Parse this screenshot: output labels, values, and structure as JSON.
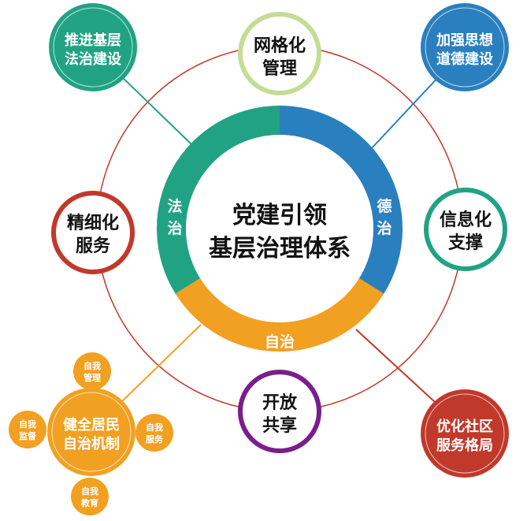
{
  "center": {
    "line1": "党建引领",
    "line2": "基层治理体系"
  },
  "ring_segments": {
    "fazhi": {
      "c1": "法",
      "c2": "治",
      "color": "#21a383"
    },
    "dezhi": {
      "c1": "德",
      "c2": "治",
      "color": "#2a7fbf"
    },
    "zizhi": {
      "label": "自治",
      "color": "#f2a021"
    }
  },
  "nodes": {
    "grid": {
      "l1": "网格化",
      "l2": "管理",
      "color": "#c5dc95"
    },
    "refined": {
      "l1": "精细化",
      "l2": "服务",
      "color": "#c0392b"
    },
    "info": {
      "l1": "信息化",
      "l2": "支撑",
      "color": "#21a383"
    },
    "open": {
      "l1": "开放",
      "l2": "共享",
      "color": "#7b1d8e"
    }
  },
  "corners": {
    "law": {
      "l1": "推进基层",
      "l2": "法治建设",
      "color": "#21a383"
    },
    "moral": {
      "l1": "加强思想",
      "l2": "道德建设",
      "color": "#2a7fbf"
    },
    "self": {
      "l1": "健全居民",
      "l2": "自治机制",
      "color": "#f2a021"
    },
    "service": {
      "l1": "优化社区",
      "l2": "服务格局",
      "color": "#c0392b"
    }
  },
  "self_items": [
    {
      "l1": "自我",
      "l2": "管理"
    },
    {
      "l1": "自我",
      "l2": "监督"
    },
    {
      "l1": "自我",
      "l2": "服务"
    },
    {
      "l1": "自我",
      "l2": "教育"
    }
  ]
}
